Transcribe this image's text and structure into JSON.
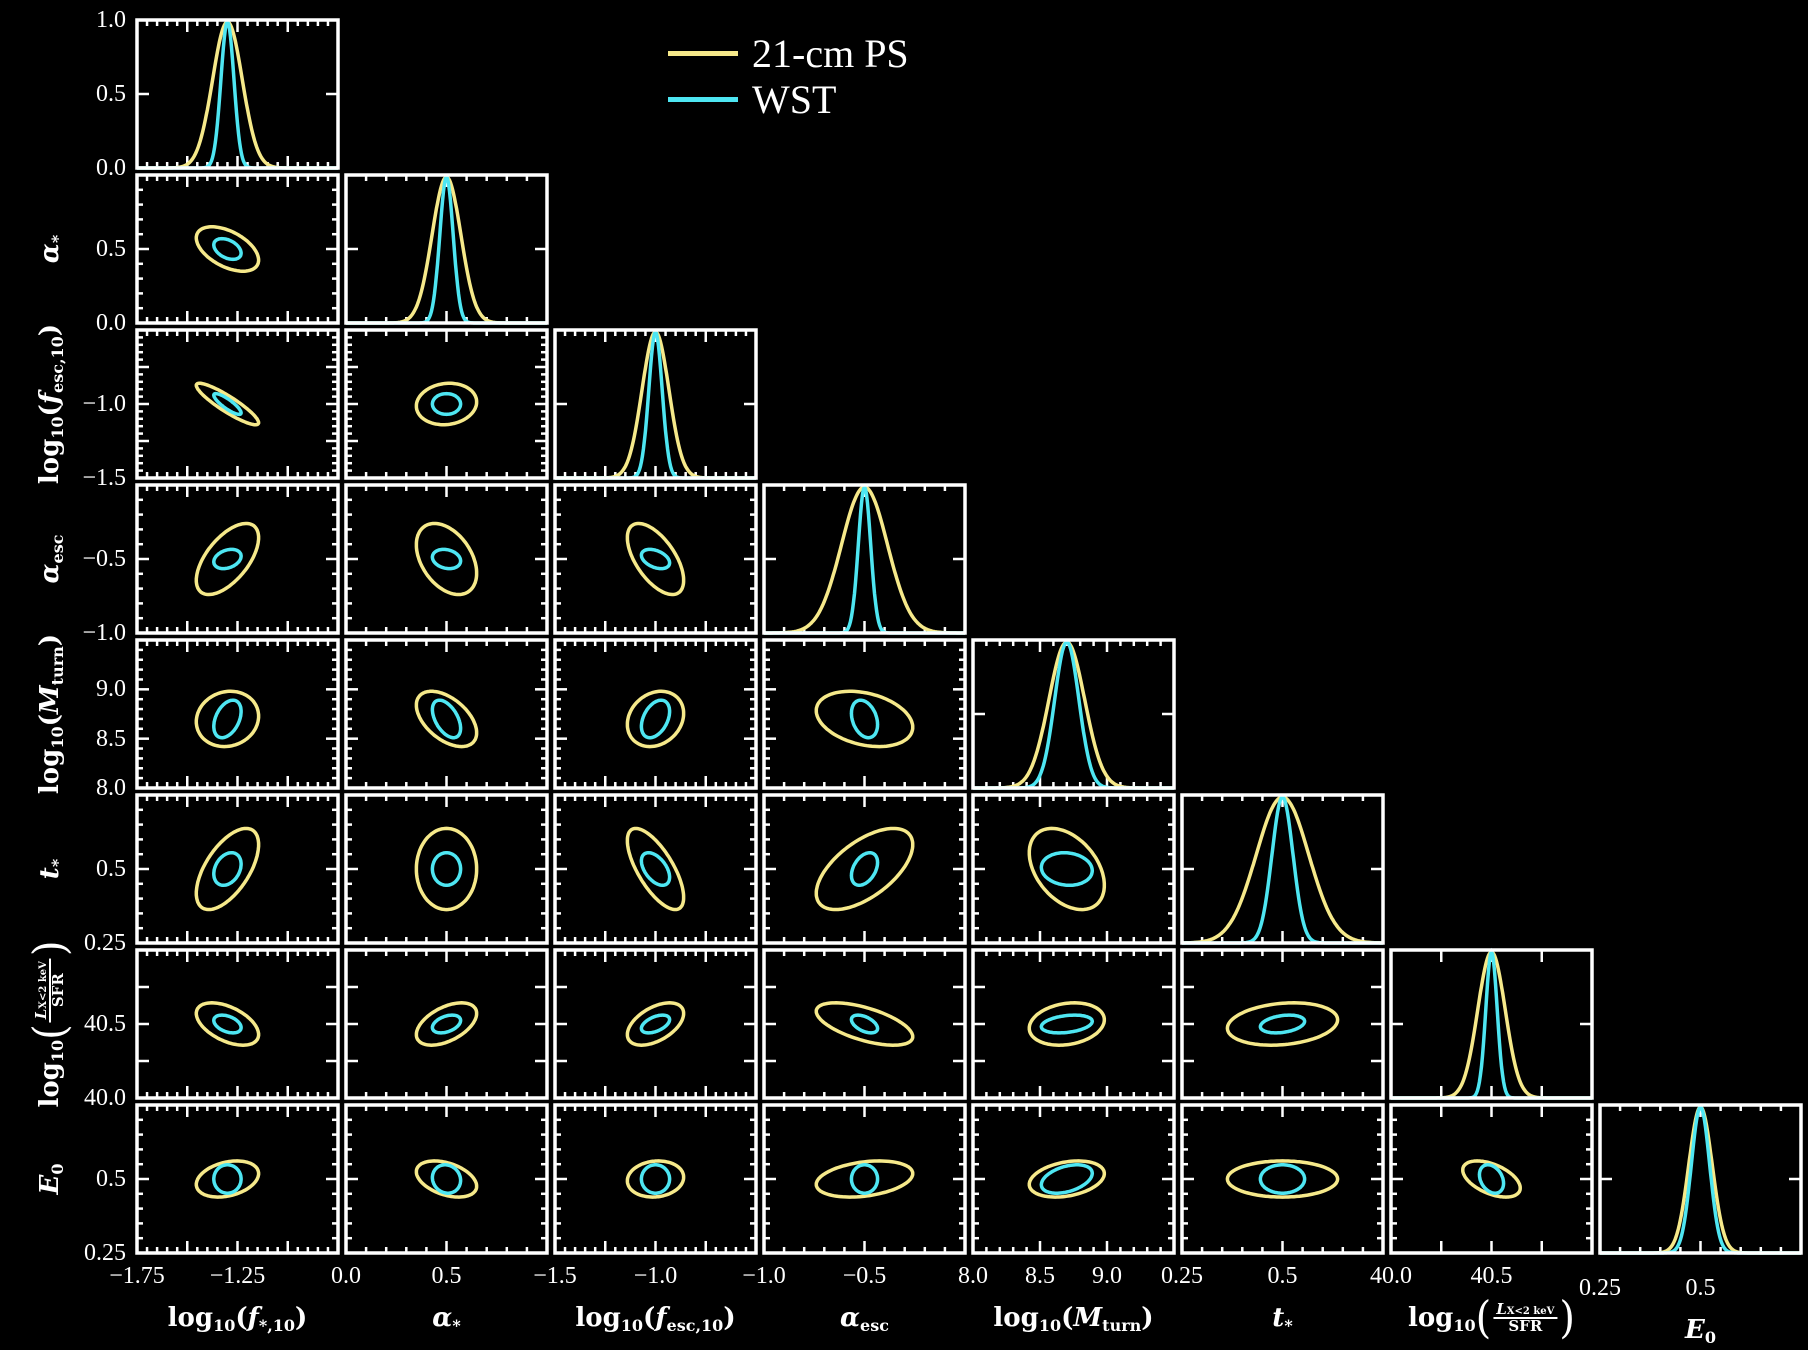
{
  "legend": {
    "items": [
      {
        "label": "21-cm PS",
        "color": "#f6e98a"
      },
      {
        "label": "WST",
        "color": "#4ee6f2"
      }
    ]
  },
  "chart_data": {
    "type": "corner",
    "title": "",
    "series": [
      {
        "name": "21-cm PS",
        "color": "#f6e98a"
      },
      {
        "name": "WST",
        "color": "#4ee6f2"
      }
    ],
    "hist_y_ticks": [
      {
        "value": 1.0,
        "label": "1.0"
      },
      {
        "value": 0.5,
        "label": "0.5"
      },
      {
        "value": 0.0,
        "label": "0.0"
      }
    ],
    "params": [
      {
        "name": "log10(f*,10)",
        "range": [
          -1.75,
          -0.75
        ],
        "fiducial": -1.3,
        "major": [
          -1.5,
          -1.25,
          -1.0
        ],
        "minor_step": 0.05,
        "x_tick_labels": [
          {
            "value": -1.75,
            "label": "−1.75"
          },
          {
            "value": -1.25,
            "label": "−1.25"
          }
        ],
        "y_tick_labels": [],
        "label": [
          {
            "t": "log"
          },
          {
            "t": "10",
            "s": "sub"
          },
          {
            "t": "("
          },
          {
            "t": "f",
            "s": "i"
          },
          {
            "t": "*,10",
            "s": "sub"
          },
          {
            "t": ")"
          }
        ]
      },
      {
        "name": "α*",
        "range": [
          0.0,
          1.0
        ],
        "fiducial": 0.5,
        "major": [
          0.5
        ],
        "minor_step": 0.1,
        "x_tick_labels": [
          {
            "value": 0.0,
            "label": "0.0"
          },
          {
            "value": 0.5,
            "label": "0.5"
          }
        ],
        "y_tick_labels": [
          {
            "value": 0.5,
            "label": "0.5"
          },
          {
            "value": 0.0,
            "label": "0.0"
          }
        ],
        "label": [
          {
            "t": "α",
            "s": "i"
          },
          {
            "t": "*",
            "s": "sub"
          }
        ]
      },
      {
        "name": "log10(fesc,10)",
        "range": [
          -1.5,
          -0.5
        ],
        "fiducial": -1.0,
        "major": [
          -1.25,
          -1.0,
          -0.75
        ],
        "minor_step": 0.05,
        "x_tick_labels": [
          {
            "value": -1.5,
            "label": "−1.5"
          },
          {
            "value": -1.0,
            "label": "−1.0"
          }
        ],
        "y_tick_labels": [
          {
            "value": -1.0,
            "label": "−1.0"
          },
          {
            "value": -1.5,
            "label": "−1.5"
          }
        ],
        "label": [
          {
            "t": "log"
          },
          {
            "t": "10",
            "s": "sub"
          },
          {
            "t": "("
          },
          {
            "t": "f",
            "s": "i"
          },
          {
            "t": "esc,10",
            "s": "sub"
          },
          {
            "t": ")"
          }
        ]
      },
      {
        "name": "αesc",
        "range": [
          -1.0,
          0.0
        ],
        "fiducial": -0.5,
        "major": [
          -0.5
        ],
        "minor_step": 0.1,
        "x_tick_labels": [
          {
            "value": -1.0,
            "label": "−1.0"
          },
          {
            "value": -0.5,
            "label": "−0.5"
          }
        ],
        "y_tick_labels": [
          {
            "value": -0.5,
            "label": "−0.5"
          },
          {
            "value": -1.0,
            "label": "−1.0"
          }
        ],
        "label": [
          {
            "t": "α",
            "s": "i"
          },
          {
            "t": "esc",
            "s": "sub"
          }
        ]
      },
      {
        "name": "log10(Mturn)",
        "range": [
          8.0,
          9.5
        ],
        "fiducial": 8.7,
        "major": [
          8.5,
          9.0
        ],
        "minor_step": 0.1,
        "x_tick_labels": [
          {
            "value": 8.0,
            "label": "8.0"
          },
          {
            "value": 8.5,
            "label": "8.5"
          },
          {
            "value": 9.0,
            "label": "9.0"
          }
        ],
        "y_tick_labels": [
          {
            "value": 9.0,
            "label": "9.0"
          },
          {
            "value": 8.5,
            "label": "8.5"
          },
          {
            "value": 8.0,
            "label": "8.0"
          }
        ],
        "label": [
          {
            "t": "log"
          },
          {
            "t": "10",
            "s": "sub"
          },
          {
            "t": "("
          },
          {
            "t": "M",
            "s": "i"
          },
          {
            "t": "turn",
            "s": "sub"
          },
          {
            "t": ")"
          }
        ]
      },
      {
        "name": "t*",
        "range": [
          0.25,
          0.75
        ],
        "fiducial": 0.5,
        "major": [
          0.5
        ],
        "minor_step": 0.05,
        "x_tick_labels": [
          {
            "value": 0.25,
            "label": "0.25"
          },
          {
            "value": 0.5,
            "label": "0.5"
          }
        ],
        "y_tick_labels": [
          {
            "value": 0.5,
            "label": "0.5"
          },
          {
            "value": 0.25,
            "label": "0.25"
          }
        ],
        "label": [
          {
            "t": "t",
            "s": "i"
          },
          {
            "t": "*",
            "s": "sub"
          }
        ]
      },
      {
        "name": "log10(LX<2keV/SFR)",
        "range": [
          40.0,
          41.0
        ],
        "fiducial": 40.5,
        "major": [
          40.25,
          40.5,
          40.75
        ],
        "minor_step": 0.25,
        "x_tick_labels": [
          {
            "value": 40.0,
            "label": "40.0"
          },
          {
            "value": 40.5,
            "label": "40.5"
          }
        ],
        "y_tick_labels": [
          {
            "value": 40.5,
            "label": "40.5"
          },
          {
            "value": 40.0,
            "label": "40.0"
          }
        ],
        "label": [
          {
            "t": "log"
          },
          {
            "t": "10",
            "s": "sub"
          },
          {
            "t": "(",
            "s": "paren"
          },
          {
            "s": "frac",
            "num": "L",
            "numsub": "X<2 keV",
            "den": "SFR"
          },
          {
            "t": ")",
            "s": "paren"
          }
        ]
      },
      {
        "name": "E0",
        "range": [
          0.25,
          0.75
        ],
        "fiducial": 0.5,
        "major": [
          0.5
        ],
        "minor_step": 0.05,
        "x_tick_labels": [
          {
            "value": 0.25,
            "label": "0.25"
          },
          {
            "value": 0.5,
            "label": "0.5"
          }
        ],
        "y_tick_labels": [
          {
            "value": 0.5,
            "label": "0.5"
          },
          {
            "value": 0.25,
            "label": "0.25"
          }
        ],
        "label": [
          {
            "t": "E",
            "s": "i"
          },
          {
            "t": "0",
            "s": "sub"
          }
        ]
      }
    ],
    "contour_halfwidth": {
      "21-cm PS": [
        0.155,
        0.15,
        0.14,
        0.24,
        0.28,
        0.137,
        0.143,
        0.061
      ],
      "WST": [
        0.068,
        0.07,
        0.07,
        0.065,
        0.19,
        0.055,
        0.06,
        0.048
      ]
    },
    "correlation": {
      "21-cm PS": [
        [],
        [
          -0.5
        ],
        [
          -0.9,
          0.1
        ],
        [
          0.6,
          -0.4,
          -0.6
        ],
        [
          0.1,
          -0.5,
          0.2,
          -0.3
        ],
        [
          0.6,
          0.0,
          -0.7,
          0.6,
          -0.4
        ],
        [
          -0.5,
          0.5,
          0.5,
          -0.6,
          0.2,
          0.2
        ],
        [
          0.3,
          -0.4,
          0.1,
          0.3,
          0.3,
          0.0,
          -0.5
        ]
      ],
      "WST": [
        [],
        [
          -0.4
        ],
        [
          -0.85,
          0.0
        ],
        [
          0.3,
          -0.2,
          -0.4
        ],
        [
          0.4,
          -0.5,
          0.4,
          -0.3
        ],
        [
          0.3,
          0.0,
          -0.5,
          0.4,
          -0.1
        ],
        [
          -0.4,
          0.4,
          0.5,
          -0.5,
          0.3,
          0.3
        ],
        [
          0.0,
          -0.1,
          0.0,
          0.0,
          0.4,
          0.0,
          -0.3
        ]
      ]
    }
  }
}
